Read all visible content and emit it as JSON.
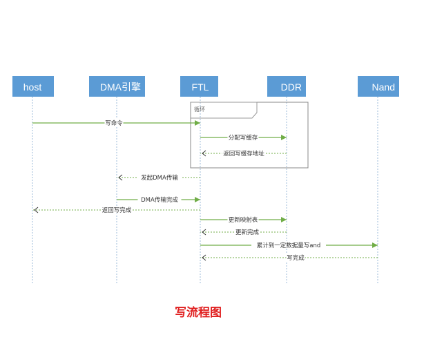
{
  "participants": [
    "host",
    "DMA引擎",
    "FTL",
    "DDR",
    "Nand"
  ],
  "loop_label": "循环",
  "messages": [
    {
      "from": 0,
      "to": 2,
      "label": "写命令",
      "kind": "call"
    },
    {
      "from": 2,
      "to": 3,
      "label": "分配写缓存",
      "kind": "call"
    },
    {
      "from": 3,
      "to": 2,
      "label": "返回写缓存地址",
      "kind": "return"
    },
    {
      "from": 2,
      "to": 1,
      "label": "发起DMA传输",
      "kind": "return"
    },
    {
      "from": 1,
      "to": 2,
      "label": "DMA传输完成",
      "kind": "call"
    },
    {
      "from": 2,
      "to": 0,
      "label": "返回写完成",
      "kind": "return"
    },
    {
      "from": 2,
      "to": 3,
      "label": "更新映射表",
      "kind": "call"
    },
    {
      "from": 3,
      "to": 2,
      "label": "更新完成",
      "kind": "return"
    },
    {
      "from": 2,
      "to": 4,
      "label": "累计到一定数据量写and",
      "kind": "call"
    },
    {
      "from": 4,
      "to": 2,
      "label": "写完成",
      "kind": "return"
    }
  ],
  "caption": "写流程图",
  "colors": {
    "header": "#5b9bd5",
    "arrow": "#70ad47",
    "caption": "#e02020"
  }
}
